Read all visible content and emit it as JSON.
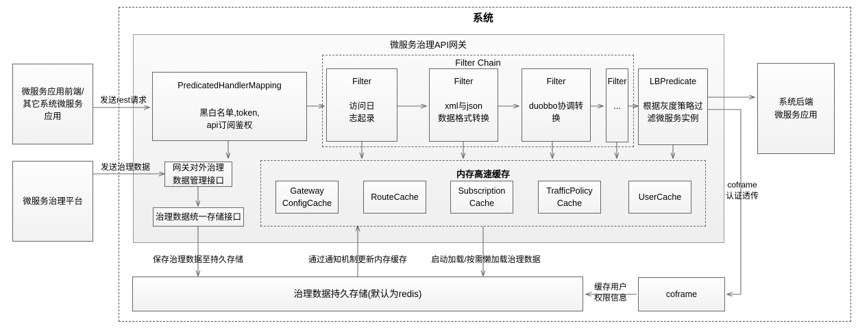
{
  "diagram": {
    "outer_title": "系统",
    "gateway_panel_title": "微服务治理API网关",
    "filter_chain_title": "Filter Chain",
    "memory_cache_title": "内存高速缓存"
  },
  "external": {
    "frontend_box": {
      "line1": "微服务应用前端/",
      "line2": "其它系统微服务",
      "line3": "应用"
    },
    "governance_platform": {
      "line1": "微服务治理平台"
    },
    "backend_box": {
      "line1": "系统后端",
      "line2": "微服务应用"
    },
    "coframe_box": {
      "label": "coframe"
    }
  },
  "gateway": {
    "handler_mapping": {
      "title": "PredicatedHandlerMapping",
      "sub1": "黑白名单,token,",
      "sub2": "api订阅鉴权"
    },
    "lb_predicate": {
      "title": "LBPredicate",
      "sub1": "根据灰度策略过",
      "sub2": "滤微服务实例"
    },
    "filters": [
      {
        "title": "Filter",
        "sub1": "访问日",
        "sub2": "志起录"
      },
      {
        "title": "Filter",
        "sub1": "xml与json",
        "sub2": "数据格式转换"
      },
      {
        "title": "Filter",
        "sub1": "duobbo协调转",
        "sub2": "换"
      },
      {
        "title": "Filter",
        "sub1": "...",
        "sub2": ""
      }
    ],
    "mgmt_interface": {
      "line1": "网关对外治理",
      "line2": "数据管理接口"
    },
    "storage_interface": {
      "line1": "治理数据统一存储接口"
    }
  },
  "caches": [
    {
      "line1": "Gateway",
      "line2": "ConfigCache"
    },
    {
      "line1": "RouteCache",
      "line2": ""
    },
    {
      "line1": "Subscription",
      "line2": "Cache"
    },
    {
      "line1": "TrafficPolicy",
      "line2": "Cache"
    },
    {
      "line1": "UserCache",
      "line2": ""
    }
  ],
  "persistence": {
    "label": "治理数据持久存储(默认为redis)"
  },
  "edge_labels": {
    "rest_request": "发送rest请求",
    "governance_data": "发送治理数据",
    "save_to_persistence": "保存治理数据至持久存储",
    "notify_update_cache": "通过通知机制更新内存缓存",
    "startup_lazy_load": "启动加载/按需懒加载治理数据",
    "cache_user_perm_l1": "缓存用户",
    "cache_user_perm_l2": "权限信息",
    "coframe_auth_l1": "coframe",
    "coframe_auth_l2": "认证透传"
  },
  "colors": {
    "stroke": "#6b6b6b",
    "box_border": "#666666",
    "panel_fill": "#eeeeee",
    "text": "#000000"
  }
}
